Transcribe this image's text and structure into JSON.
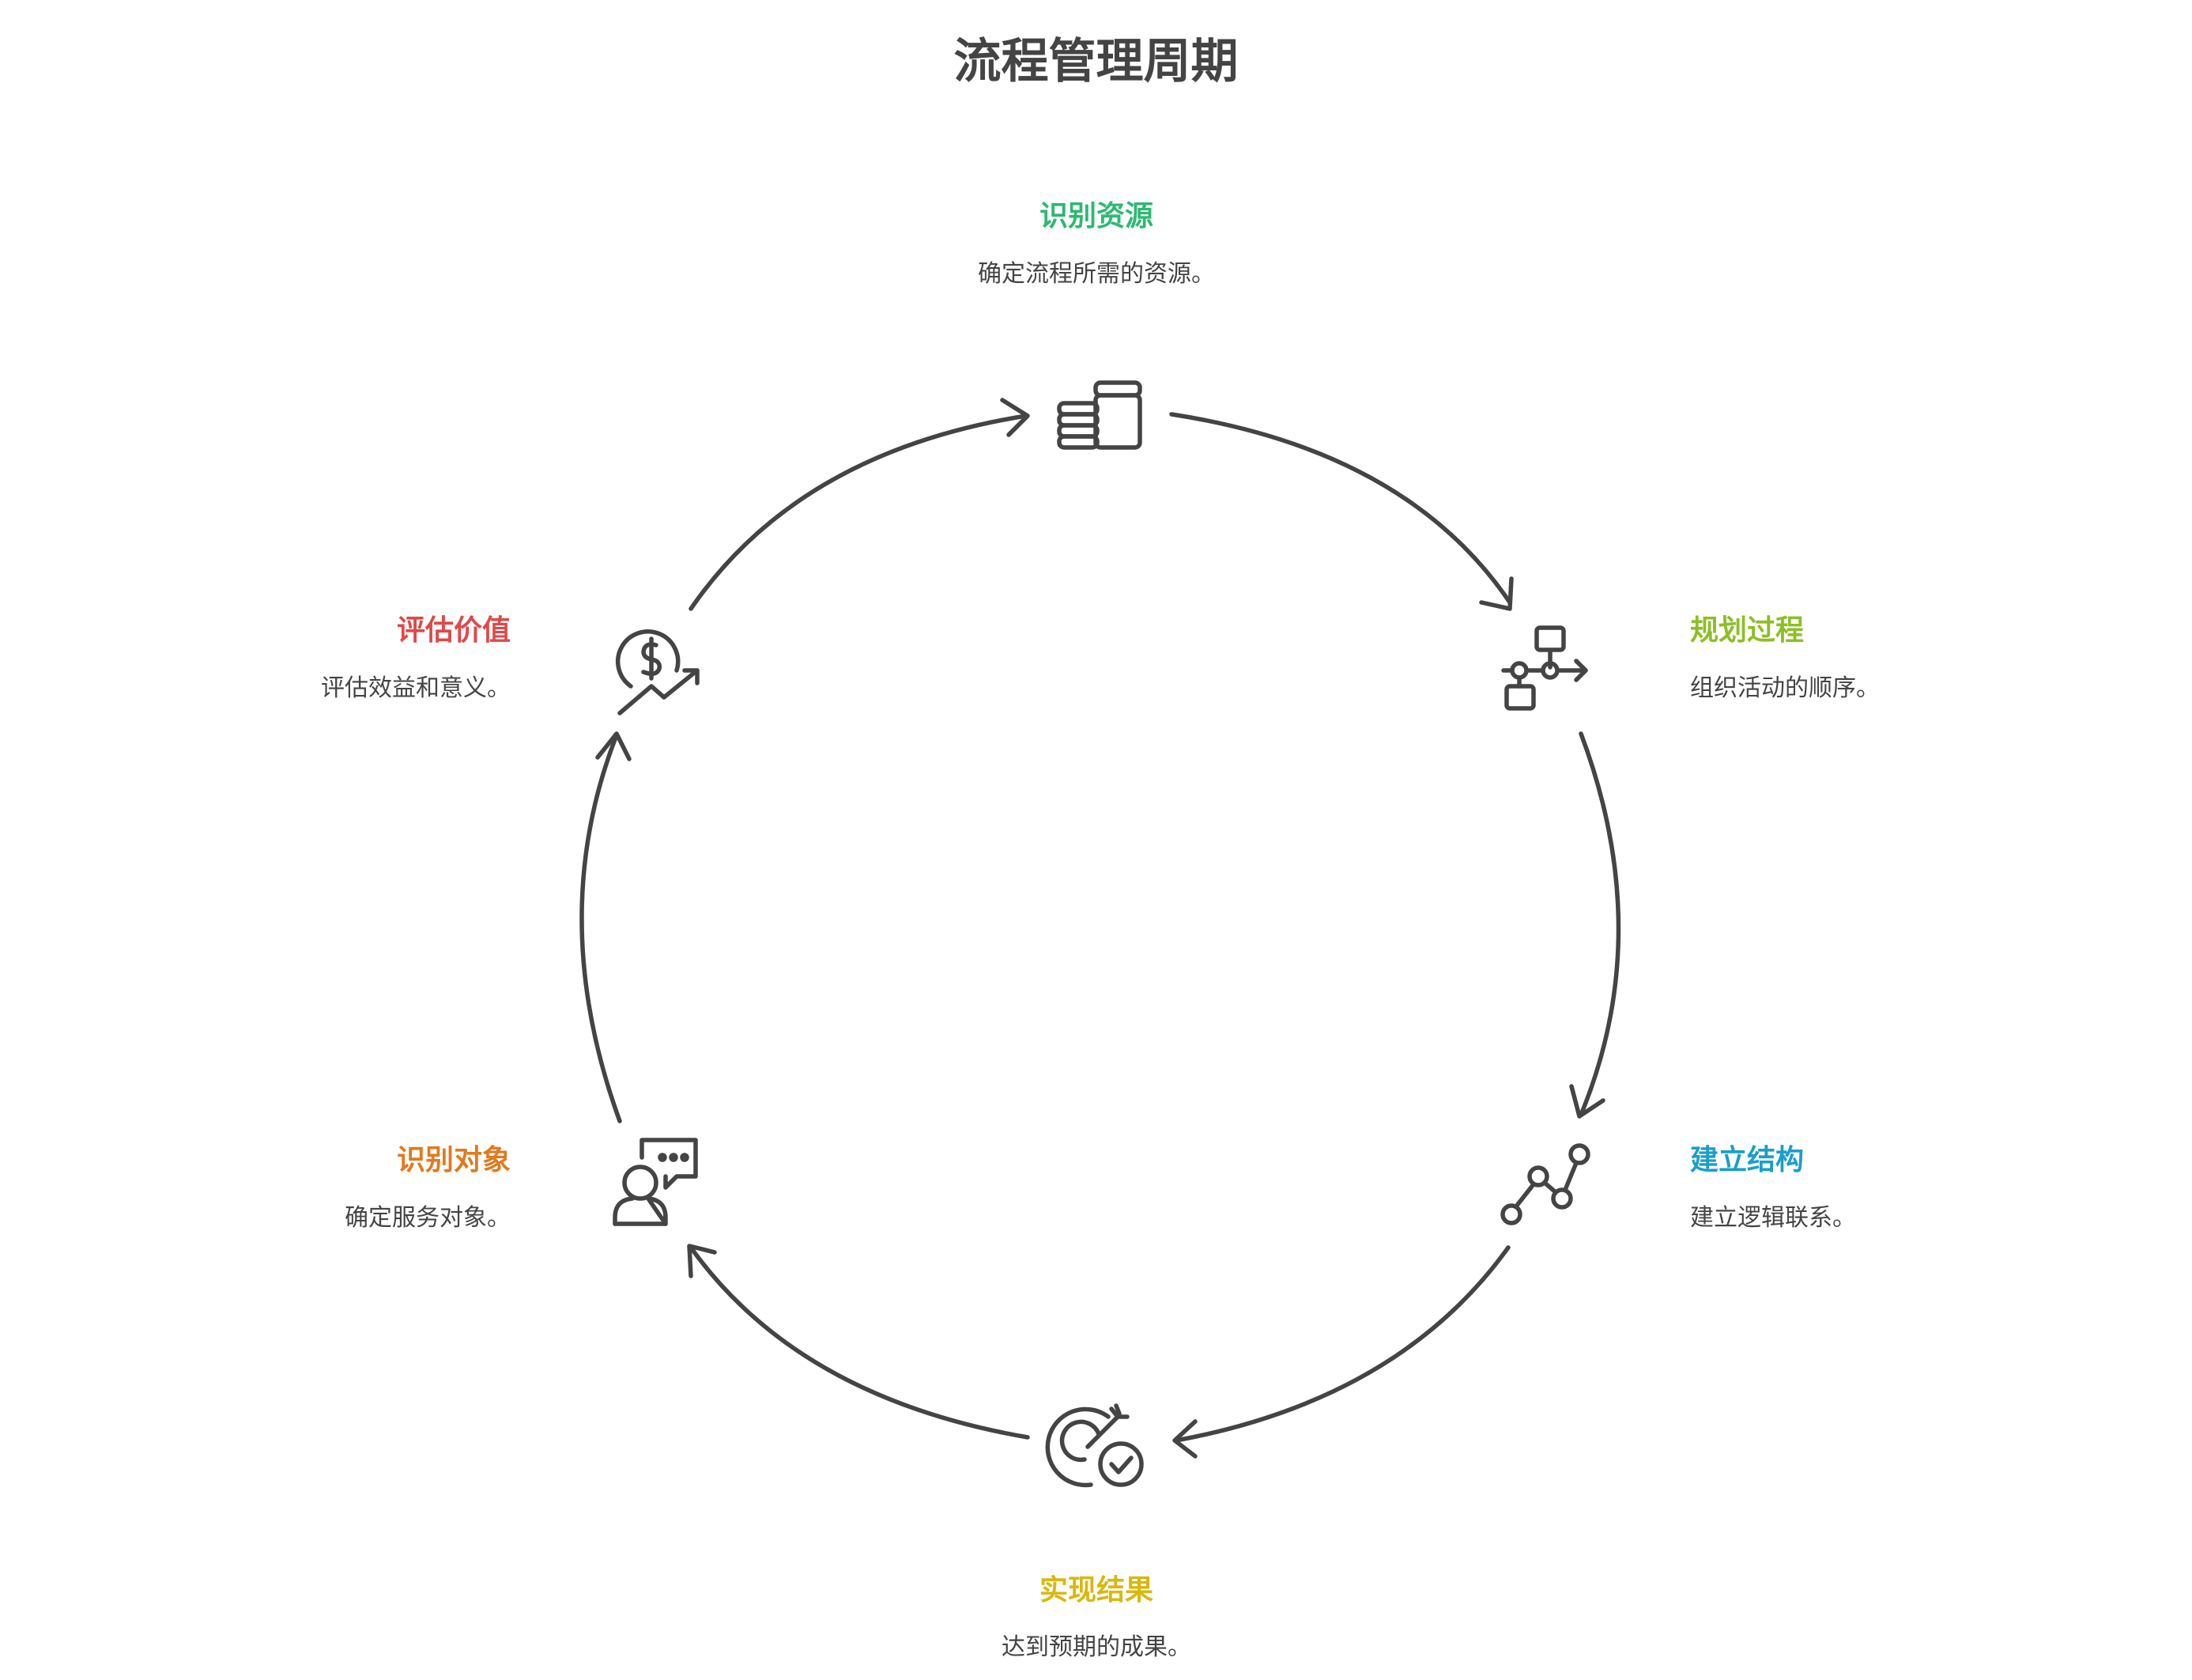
{
  "title": "流程管理周期",
  "steps": [
    {
      "label": "识别资源",
      "description": "确定流程所需的资源。",
      "color": "#2EB872",
      "icon": "coin-stack-icon"
    },
    {
      "label": "规划过程",
      "description": "组织活动的顺序。",
      "color": "#8CBF26",
      "icon": "flowchart-icon"
    },
    {
      "label": "建立结构",
      "description": "建立逻辑联系。",
      "color": "#1A9FCB",
      "icon": "connected-nodes-icon"
    },
    {
      "label": "实现结果",
      "description": "达到预期的成果。",
      "color": "#D9B80F",
      "icon": "target-check-icon"
    },
    {
      "label": "识别对象",
      "description": "确定服务对象。",
      "color": "#E07B1F",
      "icon": "person-chat-icon"
    },
    {
      "label": "评估价值",
      "description": "评估效益和意义。",
      "color": "#E04848",
      "icon": "dollar-growth-icon"
    }
  ]
}
